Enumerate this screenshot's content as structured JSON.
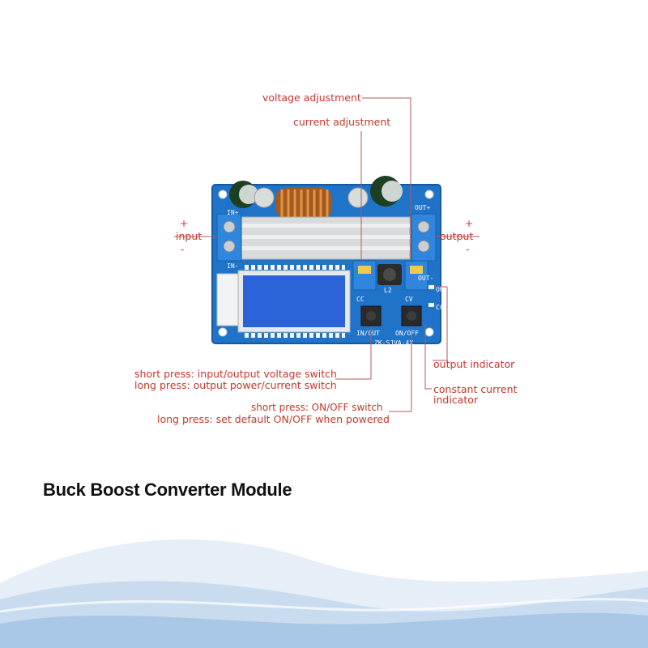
{
  "title": "Buck Boost Converter Module",
  "annotations": {
    "voltage_adjustment": "voltage adjustment",
    "current_adjustment": "current adjustment",
    "input": "input",
    "output": "output",
    "input_plus": "+",
    "input_minus": "-",
    "output_plus": "+",
    "output_minus": "-",
    "output_indicator": "output indicator",
    "constant_current_indicator_line1": "constant current",
    "constant_current_indicator_line2": "indicator",
    "in_out_short_press": "short press: input/output voltage switch",
    "in_out_long_press": "long press: output power/current switch",
    "on_off_short_press": "short press: ON/OFF switch",
    "on_off_long_press": "long press: set default ON/OFF when powered"
  },
  "board": {
    "in_plus": "IN+",
    "in_minus": "IN-",
    "out_plus": "OUT+",
    "out_minus": "OUT-",
    "cc": "CC",
    "cv": "CV",
    "l2": "L2",
    "in_out_button": "IN/OUT",
    "on_off_button": "ON/OFF",
    "model": "ZK-SJVA-4X",
    "led_on": "ON",
    "led_cc": "CC"
  },
  "colors": {
    "annotation": "#c0392b",
    "leader_line": "#b05a5a",
    "pcb": "#1f74c9",
    "terminal": "#2e86de",
    "title": "#111111",
    "wave_light": "#dbe8f5",
    "wave_mid": "#b9d3ec"
  }
}
